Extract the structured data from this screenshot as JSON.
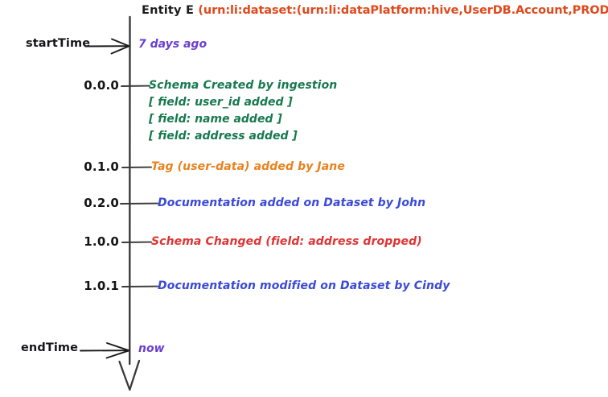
{
  "diagram": {
    "kind": "entity-version-timeline",
    "title": {
      "entity_label": "Entity E ",
      "urn": "(urn:li:dataset:(urn:li:dataPlatform:hive,UserDB.Account,PROD)"
    },
    "axis": {
      "orientation": "vertical",
      "direction": "downward",
      "color": "#3a3a3a"
    },
    "boundaries": [
      {
        "label": "startTime",
        "value": "7 days ago",
        "color": "#6a3fd0"
      },
      {
        "label": "endTime",
        "value": "now",
        "color": "#6a3fd0"
      }
    ],
    "events": [
      {
        "version": "0.0.0",
        "text": "Schema Created by ingestion",
        "color": "#17794f",
        "details": [
          "[ field: user_id added ]",
          "[ field: name added ]",
          "[ field: address added ]"
        ]
      },
      {
        "version": "0.1.0",
        "text": "Tag (user-data) added by Jane",
        "color": "#e8821e",
        "details": []
      },
      {
        "version": "0.2.0",
        "text": "Documentation added on Dataset by John",
        "color": "#3a49d8",
        "details": []
      },
      {
        "version": "1.0.0",
        "text": "Schema Changed (field: address dropped)",
        "color": "#e03434",
        "details": []
      },
      {
        "version": "1.0.1",
        "text": "Documentation modified on Dataset by Cindy",
        "color": "#3a49d8",
        "details": []
      }
    ],
    "colors": {
      "background": "#ffffff",
      "title_entity": "#1c1c1c",
      "title_urn": "#e0491c",
      "version_label": "#141414",
      "axis": "#3a3a3a"
    }
  }
}
